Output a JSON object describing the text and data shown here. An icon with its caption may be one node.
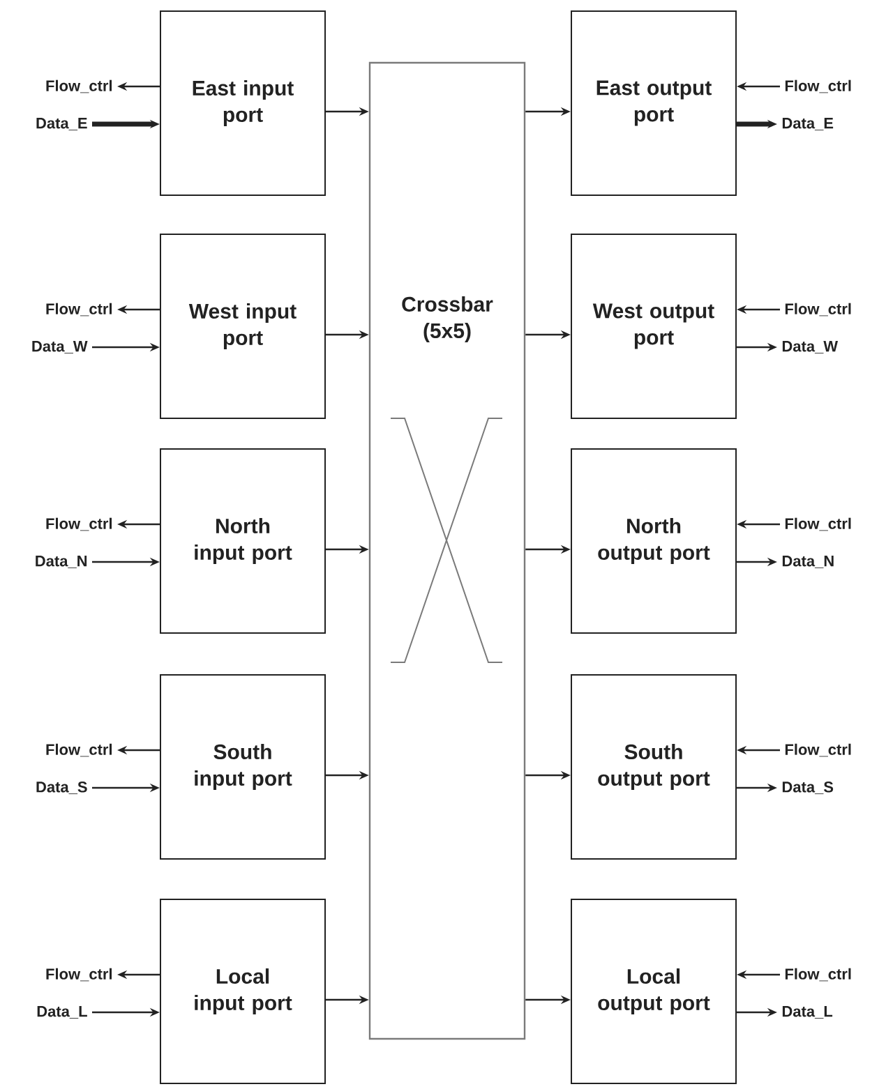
{
  "diagram": {
    "nodes": [
      {
        "text": [
          "Flow_ctrl"
        ]
      },
      {
        "text": [
          "Data_E"
        ]
      },
      {
        "text": [
          "East input port"
        ]
      },
      {
        "text": [
          "Crossbar (5x5)"
        ]
      },
      {
        "text": [
          "East output port"
        ]
      },
      {
        "text": [
          "Flow_ctrl"
        ]
      },
      {
        "text": [
          "Data_E"
        ]
      },
      {
        "text": [
          "Flow_ctrl"
        ]
      },
      {
        "text": [
          "Data_W"
        ]
      },
      {
        "text": [
          "West input port"
        ]
      },
      {
        "text": [
          "West output port"
        ]
      },
      {
        "text": [
          "Flow_ctrl"
        ]
      },
      {
        "text": [
          "Data_W"
        ]
      },
      {
        "text": [
          "Flow_ctrl"
        ]
      },
      {
        "text": [
          "Data_N"
        ]
      },
      {
        "text": [
          "North input port"
        ]
      },
      {
        "text": [
          "North output port"
        ]
      },
      {
        "text": [
          "Flow_ctrl"
        ]
      },
      {
        "text": [
          "Data_N"
        ]
      },
      {
        "text": [
          "Flow_ctrl"
        ]
      },
      {
        "text": [
          "Data_S"
        ]
      },
      {
        "text": [
          "South input port"
        ]
      },
      {
        "text": [
          "South output port"
        ]
      },
      {
        "text": [
          "Flow_ctrl"
        ]
      },
      {
        "text": [
          "Data_S"
        ]
      },
      {
        "text": [
          "Flow_ctrl"
        ]
      },
      {
        "text": [
          "Data_L"
        ]
      },
      {
        "text": [
          "Local input port"
        ]
      },
      {
        "text": [
          "Local output port"
        ]
      },
      {
        "text": [
          "Flow_ctrl"
        ]
      },
      {
        "text": [
          "Data_L"
        ]
      }
    ],
    "edges": [
      {
        "from": 2,
        "to": 0,
        "arrow": "to"
      },
      {
        "from": 1,
        "to": 2,
        "arrow": "to",
        "style": "thick"
      },
      {
        "from": 2,
        "to": 3,
        "arrow": "to"
      },
      {
        "from": 3,
        "to": 4,
        "arrow": "to"
      },
      {
        "from": 5,
        "to": 4,
        "arrow": "to"
      },
      {
        "from": 4,
        "to": 6,
        "arrow": "to",
        "style": "thick"
      },
      {
        "from": 9,
        "to": 7,
        "arrow": "to"
      },
      {
        "from": 8,
        "to": 9,
        "arrow": "to"
      },
      {
        "from": 9,
        "to": 3,
        "arrow": "to"
      },
      {
        "from": 3,
        "to": 10,
        "arrow": "to"
      },
      {
        "from": 11,
        "to": 10,
        "arrow": "to"
      },
      {
        "from": 10,
        "to": 12,
        "arrow": "to"
      },
      {
        "from": 15,
        "to": 13,
        "arrow": "to"
      },
      {
        "from": 14,
        "to": 15,
        "arrow": "to"
      },
      {
        "from": 15,
        "to": 3,
        "arrow": "to"
      },
      {
        "from": 3,
        "to": 16,
        "arrow": "to"
      },
      {
        "from": 17,
        "to": 16,
        "arrow": "to"
      },
      {
        "from": 16,
        "to": 18,
        "arrow": "to"
      },
      {
        "from": 21,
        "to": 19,
        "arrow": "to"
      },
      {
        "from": 20,
        "to": 21,
        "arrow": "to"
      },
      {
        "from": 21,
        "to": 3,
        "arrow": "to"
      },
      {
        "from": 3,
        "to": 22,
        "arrow": "to"
      },
      {
        "from": 23,
        "to": 22,
        "arrow": "to"
      },
      {
        "from": 22,
        "to": 24,
        "arrow": "to"
      },
      {
        "from": 27,
        "to": 25,
        "arrow": "to"
      },
      {
        "from": 26,
        "to": 27,
        "arrow": "to"
      },
      {
        "from": 27,
        "to": 3,
        "arrow": "to"
      },
      {
        "from": 3,
        "to": 28,
        "arrow": "to"
      },
      {
        "from": 29,
        "to": 28,
        "arrow": "to"
      },
      {
        "from": 28,
        "to": 30,
        "arrow": "to"
      }
    ]
  }
}
